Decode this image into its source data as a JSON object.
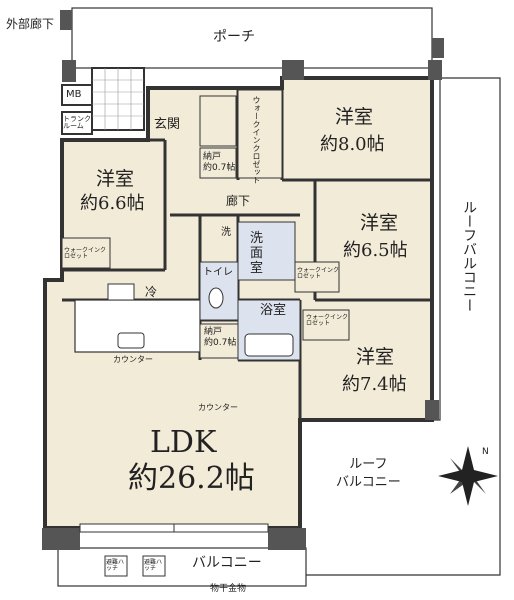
{
  "labels": {
    "outer_corridor": "外部廊下",
    "porch": "ポーチ",
    "mb": "MB",
    "trunk_room": "トランクルーム",
    "entrance": "玄関",
    "walkin_closet_top": "ウォークインクロゼット",
    "storage_top": "納戸\n約0.7帖",
    "room_tl_name": "洋室",
    "room_tl_size": "約6.6帖",
    "room_tr_name": "洋室",
    "room_tr_size": "約8.0帖",
    "hallway": "廊下",
    "room_mr_name": "洋室",
    "room_mr_size": "約6.5帖",
    "room_br_name": "洋室",
    "room_br_size": "約7.4帖",
    "washroom": "洗面室",
    "toilet": "トイレ",
    "bathroom": "浴室",
    "wic_left": "ウォークインクロゼット",
    "wic_mid": "ウォークインクロゼット",
    "wic_br": "ウォークインクロゼット",
    "fridge": "冷",
    "storage_mid": "納戸\n約0.7帖",
    "counter1": "カウンター",
    "counter2": "カウンター",
    "ldk_name": "LDK",
    "ldk_size": "約26.2帖",
    "roof_balcony_right": "ルーフバルコニー",
    "roof_balcony_bottom": "ルーフ\nバルコニー",
    "balcony": "バルコニー",
    "hatch": "避難ハッチ",
    "clothes_hanger": "物干金物",
    "wash_small": "洗"
  }
}
